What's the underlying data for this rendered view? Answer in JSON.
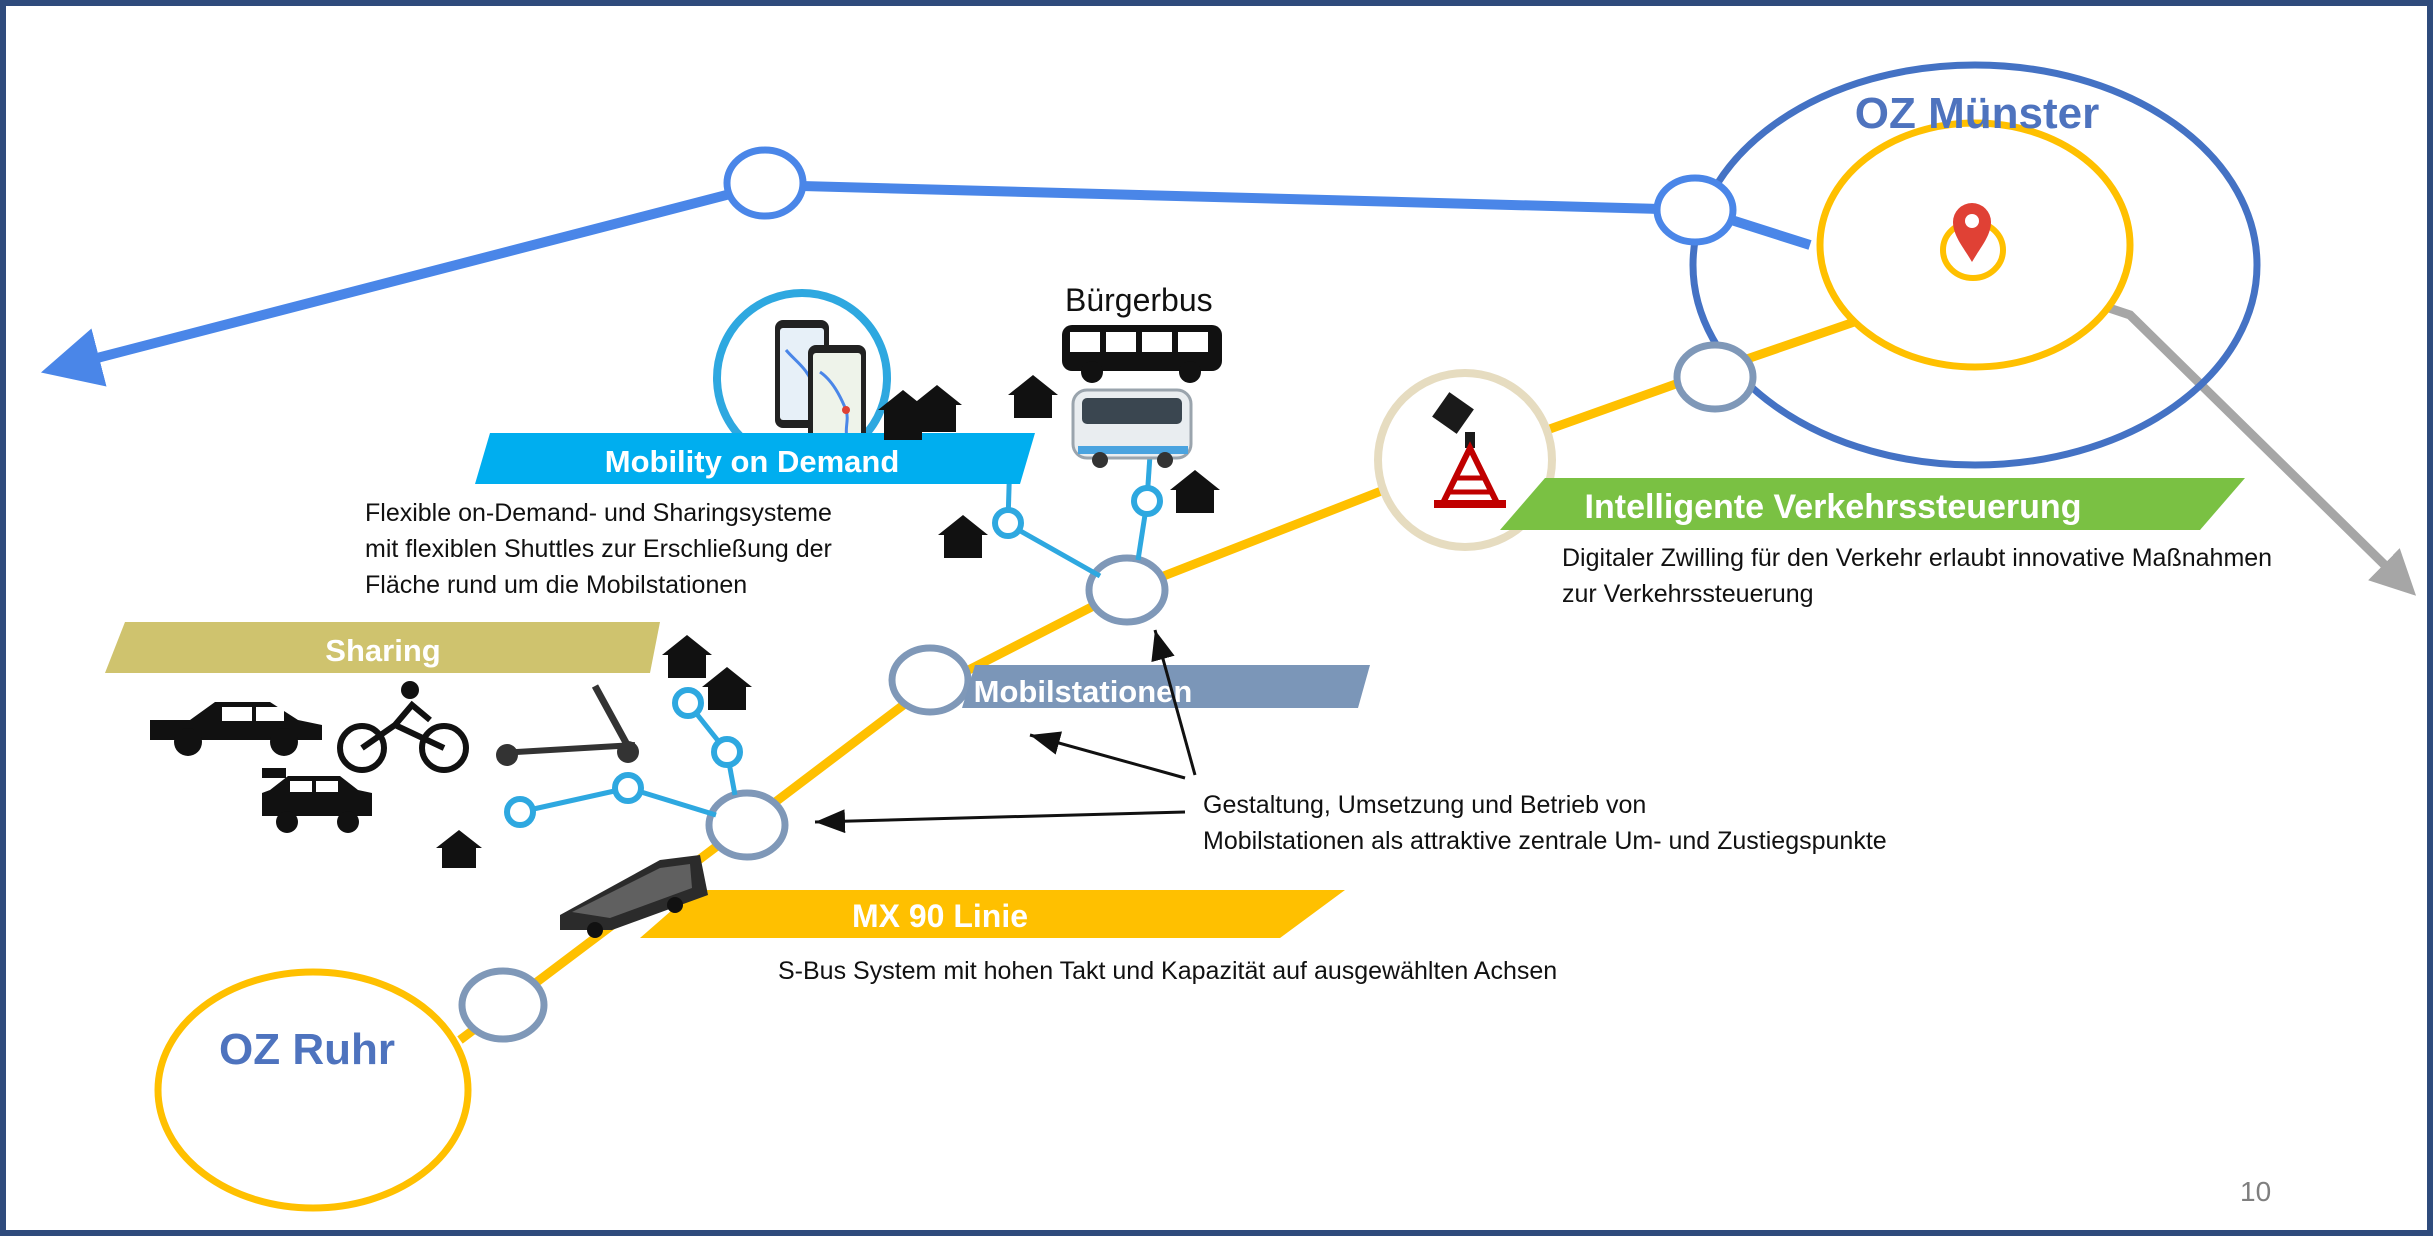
{
  "colors": {
    "frame": "#2f4b7c",
    "blue_line": "#4a86e8",
    "blue_ring": "#4472c4",
    "yellow": "#ffc000",
    "station_ring": "#7f98b8",
    "light_blue": "#2ea8e0",
    "green": "#7ac143",
    "khaki": "#cfc36e",
    "mobil_banner": "#7b96b8",
    "grey_arrow": "#a6a6a6",
    "traffic_red": "#c00000"
  },
  "titles": {
    "oz_muenster": "OZ Münster",
    "oz_ruhr": "OZ Ruhr"
  },
  "banners": {
    "mobility_on_demand": "Mobility on Demand",
    "sharing": "Sharing",
    "mobilstationen": "Mobilstationen",
    "intelligente": "Intelligente Verkehrssteuerung",
    "mx90": "MX 90 Linie"
  },
  "labels": {
    "buergerbus": "Bürgerbus"
  },
  "descriptions": {
    "mod_line1": "Flexible on-Demand- und Sharingsysteme",
    "mod_line2": "mit flexiblen Shuttles zur Erschließung der",
    "mod_line3": "Fläche rund um die Mobilstationen",
    "ivs_line1": "Digitaler Zwilling für den Verkehr erlaubt innovative Maßnahmen",
    "ivs_line2": "zur Verkehrssteuerung",
    "ms_line1": "Gestaltung, Umsetzung und Betrieb von",
    "ms_line2": "Mobilstationen als attraktive zentrale Um- und Zustiegspunkte",
    "mx_line1": "S-Bus System mit hohen Takt und Kapazität auf ausgewählten Achsen"
  },
  "page_number": "10"
}
